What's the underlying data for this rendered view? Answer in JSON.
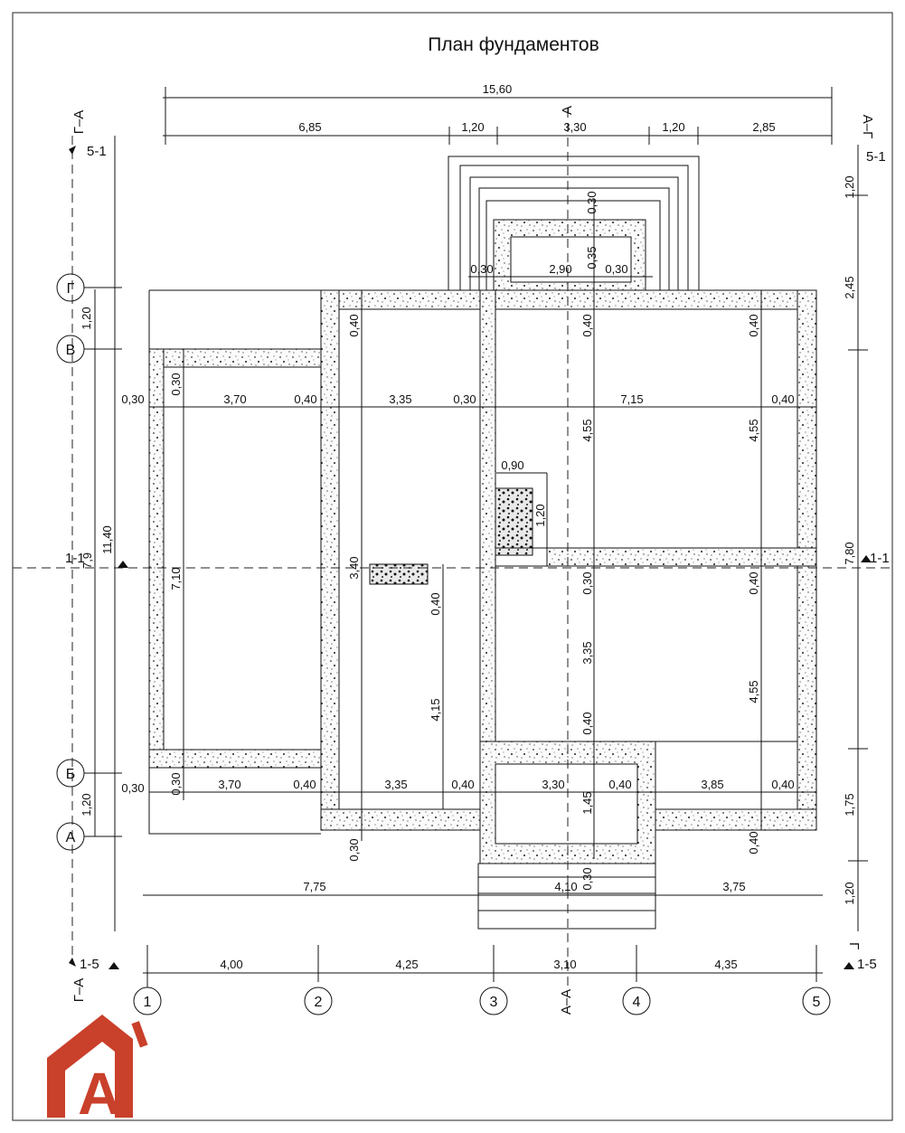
{
  "title": "План фундаментов",
  "overall_dims": {
    "total_width": "15,60",
    "total_height_right": "7,80",
    "total_height_left": "11,40",
    "left_inner": "7,9"
  },
  "top_dims": [
    "6,85",
    "1,20",
    "3,30",
    "1,20",
    "2,85"
  ],
  "bottom_dims": [
    "4,00",
    "4,25",
    "3,10",
    "4,35"
  ],
  "lower_dims": [
    "7,75",
    "4,10",
    "3,75"
  ],
  "right_dims": [
    "1,20",
    "2,45",
    "1,75",
    "1,20"
  ],
  "left_dims": [
    "1,20",
    "1,20"
  ],
  "axes_numbers": [
    "1",
    "2",
    "3",
    "4",
    "5"
  ],
  "axes_letters": [
    "Г",
    "В",
    "Б",
    "А"
  ],
  "section_marks": {
    "aa": "А–А",
    "aa_top": "А",
    "ga": "Г–А",
    "ag": "А–Г",
    "gside": "Г",
    "s51": "5-1",
    "s15": "1-5",
    "s11": "1-1"
  },
  "interior_dims": {
    "porch_w": "2,90",
    "porch_side_l": "0,30",
    "porch_side_r": "0,30",
    "porch_top": "0,30",
    "porch_depth": "0,35",
    "row1": [
      "0,30",
      "3,70",
      "0,40",
      "3,35",
      "0,30",
      "7,15",
      "0,40"
    ],
    "row2": [
      "0,30",
      "3,70",
      "0,40",
      "3,35",
      "0,40",
      "3,30",
      "0,40",
      "3,85",
      "0,40"
    ],
    "vert_left": [
      "0,30",
      "7,10",
      "0,30"
    ],
    "vert_mid": [
      "0,40",
      "3,40",
      "0,40",
      "4,15"
    ],
    "vert_c3": [
      "0,40",
      "4,55",
      "0,30",
      "3,35",
      "0,40",
      "1,45",
      "0,30"
    ],
    "vert_right": [
      "0,40",
      "4,55",
      "0,40",
      "4,55",
      "0,40"
    ],
    "small_w": "0,90",
    "small_h": "1,20",
    "bottom_wall": "0,30"
  },
  "logo_letter": "А"
}
